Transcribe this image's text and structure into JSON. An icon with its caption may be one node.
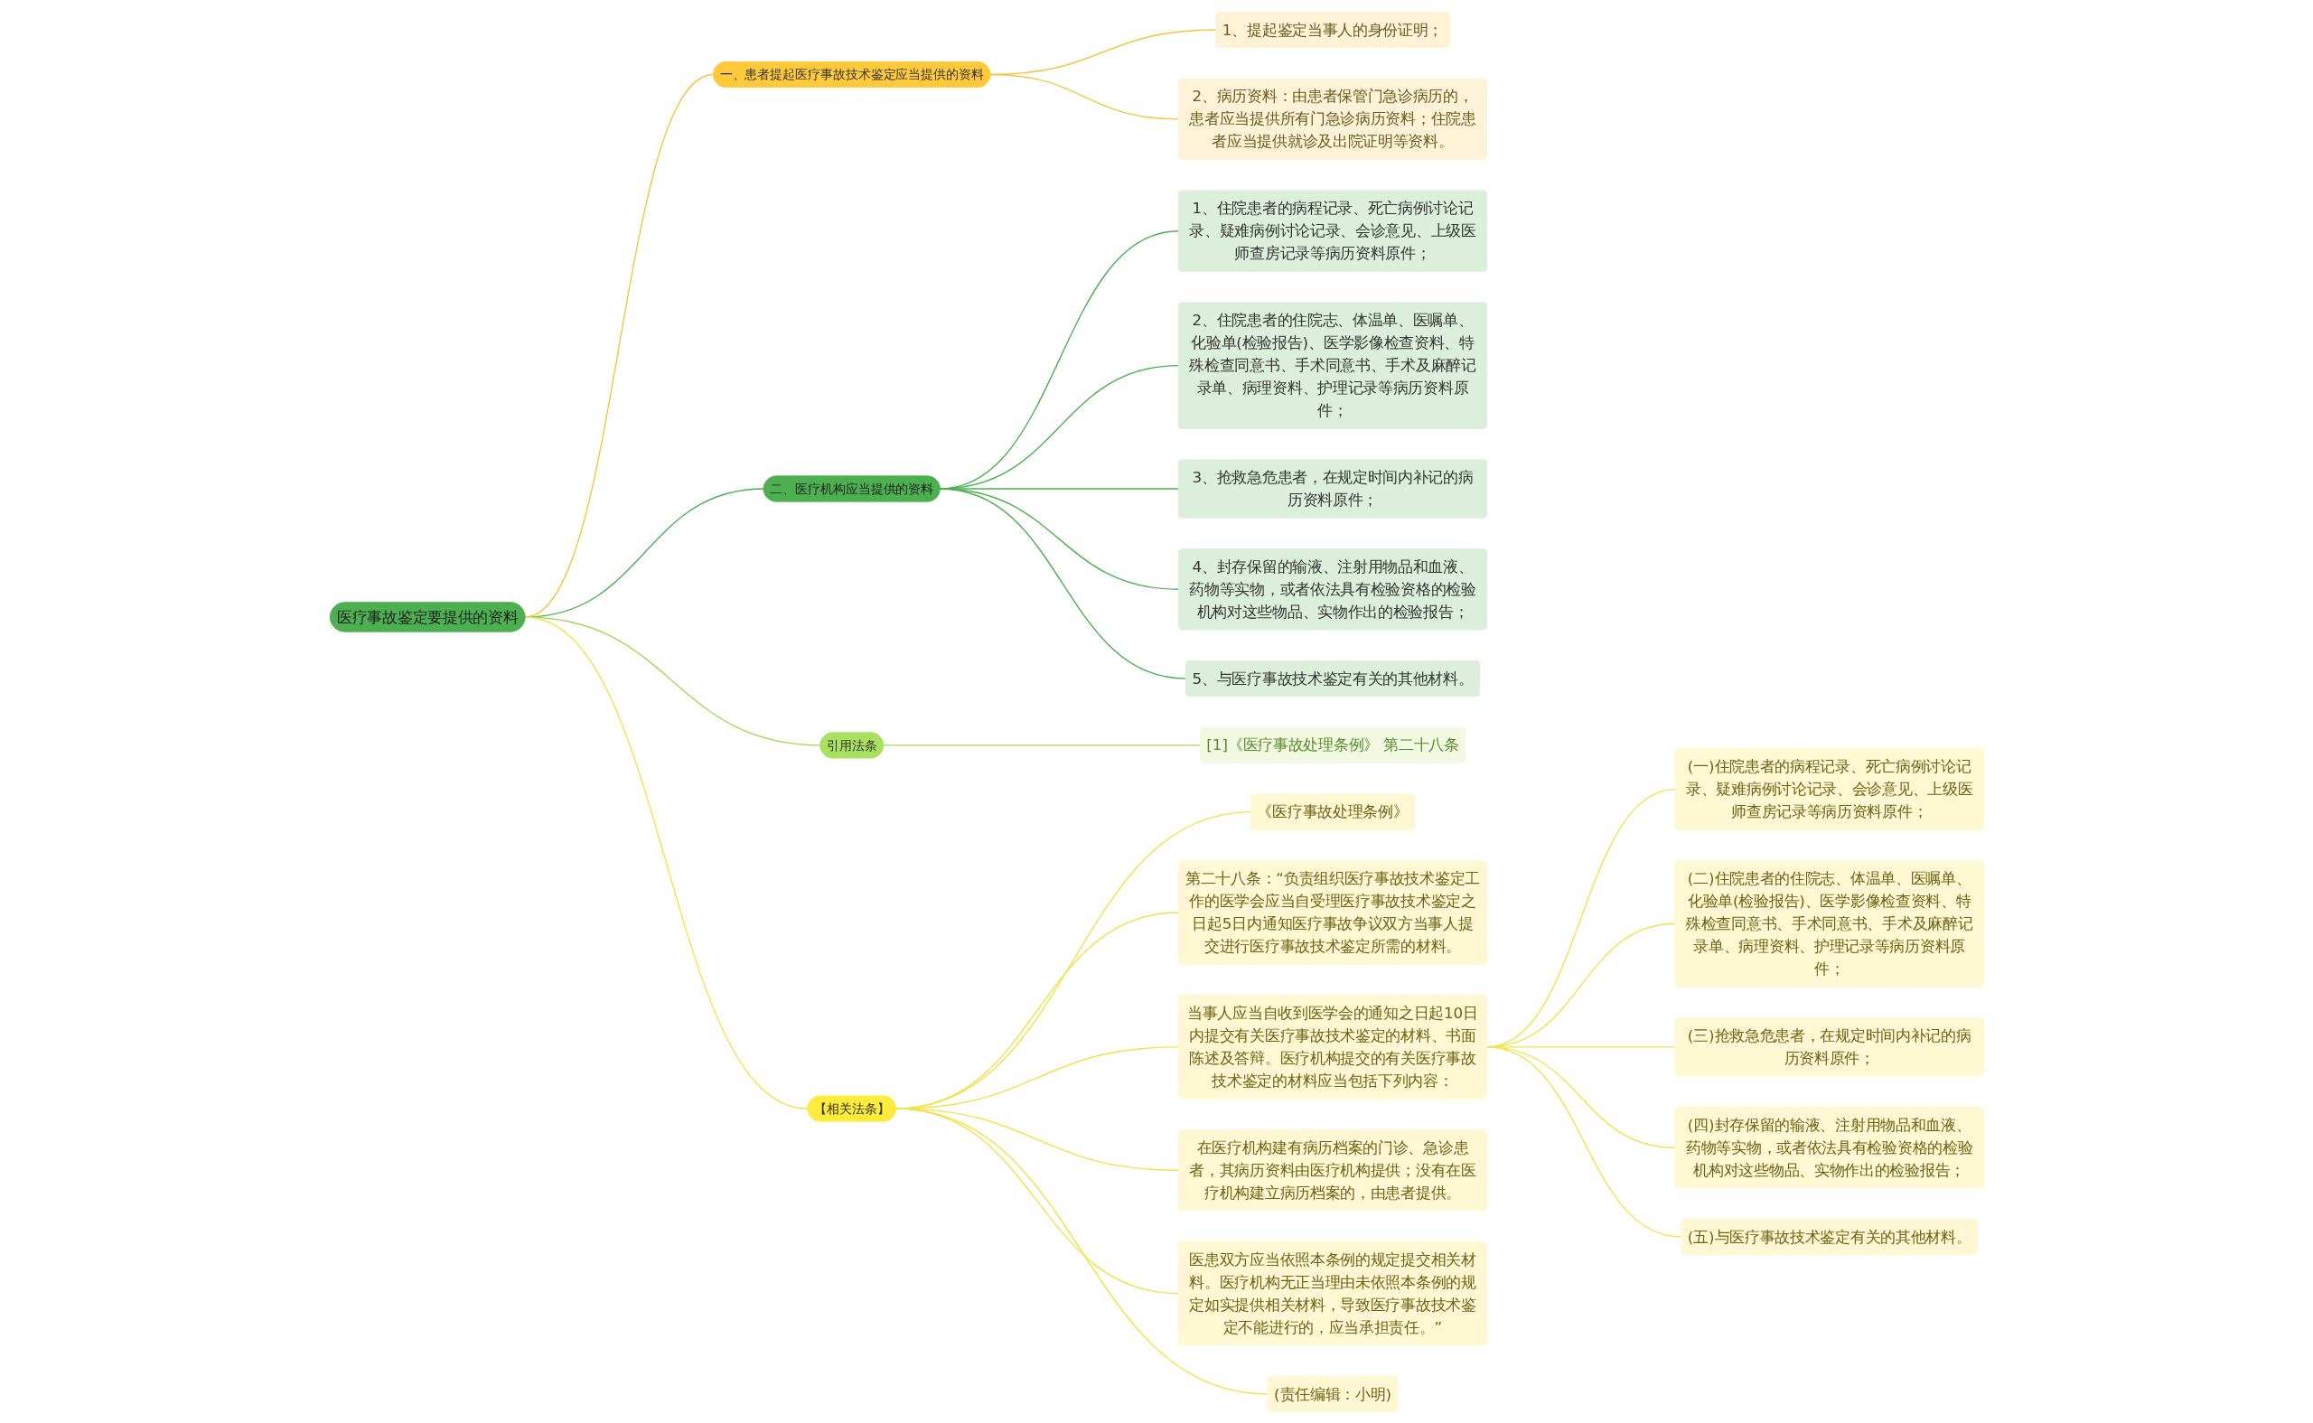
{
  "diagram": {
    "nodes": [
      {
        "text": [
          "医疗事故鉴定要提供的资料"
        ]
      },
      {
        "text": [
          "一、患者提起医疗事故技术鉴定应当提供的资料"
        ]
      },
      {
        "text": [
          "1、提起鉴定当事人的身份证明；"
        ]
      },
      {
        "text": [
          "2、病历资料：由患者保管门急诊病历的，患者应当提供所有门急诊病历资料；住院患者应当提供就诊及出院证明等资料。"
        ]
      },
      {
        "text": [
          "二、医疗机构应当提供的资料"
        ]
      },
      {
        "text": [
          "1、住院患者的病程记录、死亡病例讨论记录、疑难病例讨论记录、会诊意见、上级医师查房记录等病历资料原件；"
        ]
      },
      {
        "text": [
          "2、住院患者的住院志、体温单、医嘱单、化验单(检验报告)、医学影像检查资料、特殊检查同意书、手术同意书、手术及麻醉记录单、病理资料、护理记录等病历资料原件；"
        ]
      },
      {
        "text": [
          "3、抢救急危患者，在规定时间内补记的病历资料原件；"
        ]
      },
      {
        "text": [
          "4、封存保留的输液、注射用物品和血液、药物等实物，或者依法具有检验资格的检验机构对这些物品、实物作出的检验报告；"
        ]
      },
      {
        "text": [
          "5、与医疗事故技术鉴定有关的其他材料。"
        ]
      },
      {
        "text": [
          "引用法条"
        ]
      },
      {
        "text": [
          "[1]《医疗事故处理条例》 第二十八条"
        ]
      },
      {
        "text": [
          "【相关法条】"
        ]
      },
      {
        "text": [
          "《医疗事故处理条例》"
        ]
      },
      {
        "text": [
          "第二十八条：“负责组织医疗事故技术鉴定工作的医学会应当自受理医疗事故技术鉴定之日起5日内通知医疗事故争议双方当事人提交进行医疗事故技术鉴定所需的材料。"
        ]
      },
      {
        "text": [
          "当事人应当自收到医学会的通知之日起10日内提交有关医疗事故技术鉴定的材料、书面陈述及答辩。医疗机构提交的有关医疗事故技术鉴定的材料应当包括下列内容："
        ]
      },
      {
        "text": [
          "(一)住院患者的病程记录、死亡病例讨论记录、疑难病例讨论记录、会诊意见、上级医师查房记录等病历资料原件；"
        ]
      },
      {
        "text": [
          "(二)住院患者的住院志、体温单、医嘱单、化验单(检验报告)、医学影像检查资料、特殊检查同意书、手术同意书、手术及麻醉记录单、病理资料、护理记录等病历资料原件；"
        ]
      },
      {
        "text": [
          "(三)抢救急危患者，在规定时间内补记的病历资料原件；"
        ]
      },
      {
        "text": [
          "(四)封存保留的输液、注射用物品和血液、药物等实物，或者依法具有检验资格的检验机构对这些物品、实物作出的检验报告；"
        ]
      },
      {
        "text": [
          "(五)与医疗事故技术鉴定有关的其他材料。"
        ]
      },
      {
        "text": [
          "在医疗机构建有病历档案的门诊、急诊患者，其病历资料由医疗机构提供；没有在医疗机构建立病历档案的，由患者提供。"
        ]
      },
      {
        "text": [
          "医患双方应当依照本条例的规定提交相关材料。医疗机构无正当理由未依照本条例的规定如实提供相关材料，导致医疗事故技术鉴定不能进行的，应当承担责任。”"
        ]
      },
      {
        "text": [
          "(责任编辑：小明)"
        ]
      }
    ],
    "edges": [
      {
        "from": 0,
        "to": 1,
        "arrow": "none",
        "color": "#f5c542"
      },
      {
        "from": 1,
        "to": 2,
        "arrow": "none",
        "color": "#f5c542"
      },
      {
        "from": 1,
        "to": 3,
        "arrow": "none",
        "color": "#f5c542"
      },
      {
        "from": 0,
        "to": 4,
        "arrow": "none",
        "color": "#4caf50"
      },
      {
        "from": 4,
        "to": 5,
        "arrow": "none",
        "color": "#4caf50"
      },
      {
        "from": 4,
        "to": 6,
        "arrow": "none",
        "color": "#4caf50"
      },
      {
        "from": 4,
        "to": 7,
        "arrow": "none",
        "color": "#4caf50"
      },
      {
        "from": 4,
        "to": 8,
        "arrow": "none",
        "color": "#4caf50"
      },
      {
        "from": 4,
        "to": 9,
        "arrow": "none",
        "color": "#4caf50"
      },
      {
        "from": 0,
        "to": 10,
        "arrow": "none",
        "color": "#a5d95a"
      },
      {
        "from": 10,
        "to": 11,
        "arrow": "none",
        "color": "#a5d95a"
      },
      {
        "from": 0,
        "to": 12,
        "arrow": "none"
      },
      {
        "from": 12,
        "to": 13,
        "arrow": "none"
      },
      {
        "from": 12,
        "to": 14,
        "arrow": "none"
      },
      {
        "from": 12,
        "to": 15,
        "arrow": "none"
      },
      {
        "from": 15,
        "to": 16,
        "arrow": "none"
      },
      {
        "from": 15,
        "to": 17,
        "arrow": "none"
      },
      {
        "from": 15,
        "to": 18,
        "arrow": "none"
      },
      {
        "from": 15,
        "to": 19,
        "arrow": "none"
      },
      {
        "from": 15,
        "to": 20,
        "arrow": "none"
      },
      {
        "from": 12,
        "to": 21,
        "arrow": "none"
      },
      {
        "from": 12,
        "to": 22,
        "arrow": "none"
      },
      {
        "from": 12,
        "to": 23,
        "arrow": "none"
      }
    ]
  }
}
